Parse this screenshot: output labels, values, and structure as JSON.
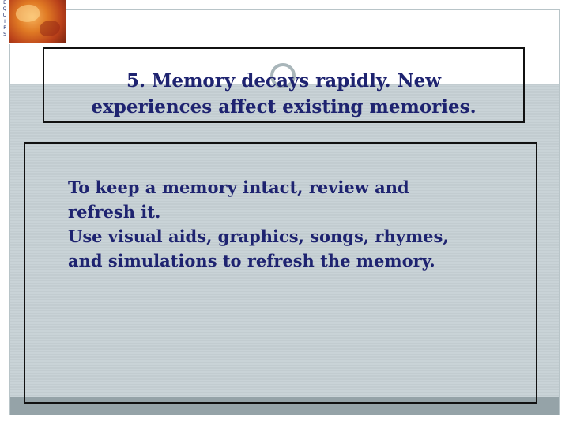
{
  "logo": {
    "letters": [
      "E",
      "Q",
      "U",
      "I",
      "P",
      "S"
    ],
    "icon": "globe-image"
  },
  "title": {
    "line1": "5. Memory decays rapidly. New",
    "line2": "experiences affect existing memories."
  },
  "bullets": [
    {
      "icon": "leaf-bullet-icon",
      "glyph": "",
      "line1": "To keep a memory intact, review and",
      "line2": "refresh it."
    },
    {
      "icon": "leaf-bullet-icon",
      "glyph": "",
      "line1": "Use visual aids, graphics, songs, rhymes,",
      "line2": "and simulations to refresh the memory."
    }
  ],
  "colors": {
    "text": "#1e2370",
    "band": "#c6d0d4",
    "bottom_band": "#95a3a8",
    "frame": "#111111"
  }
}
